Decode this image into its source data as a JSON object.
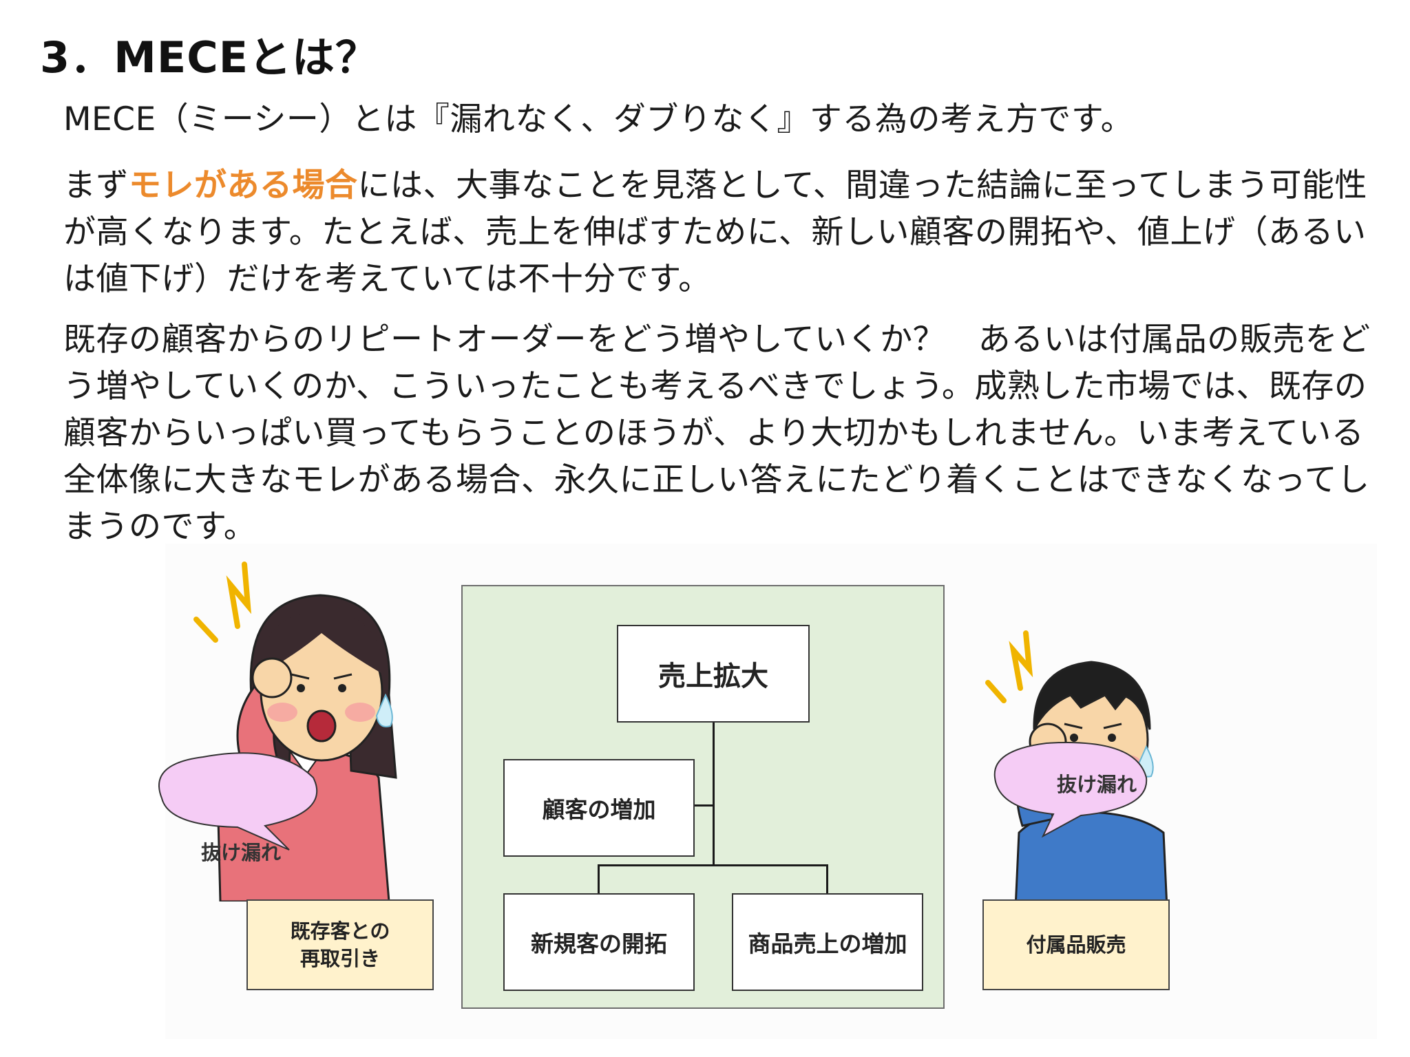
{
  "heading": "3．MECEとは？",
  "paragraph1": "MECE（ミーシー）とは『漏れなく、ダブりなく』する為の考え方です。",
  "paragraph2": {
    "before": "まず",
    "highlight": "モレがある場合",
    "after": "には、大事なことを見落として、間違った結論に至ってしまう可能性が高くなります。たとえば、売上を伸ばすために、新しい顧客の開拓や、値上げ（あるいは値下げ）だけを考えていては不十分です。"
  },
  "paragraph3": "既存の顧客からのリピートオーダーをどう増やしていくか？　あるいは付属品の販売をどう増やしていくのか、こういったことも考えるべきでしょう。成熟した市場では、既存の顧客からいっぱい買ってもらうことのほうが、より大切かもしれません。いま考えている全体像に大きなモレがある場合、永久に正しい答えにたどり着くことはできなくなってしまうのです。",
  "colors": {
    "highlight": "#ec8a2c",
    "panel": "#e2efda",
    "missing_box": "#fff2cc",
    "bubble": "#f5ccf5"
  },
  "diagram": {
    "root": "売上拡大",
    "child_customers": "顧客の増加",
    "child_new_customers": "新規客の開拓",
    "child_product_sales": "商品売上の増加"
  },
  "left_person": {
    "bubble": "抜け漏れ",
    "missing_line1": "既存客との",
    "missing_line2": "再取引き"
  },
  "right_person": {
    "bubble": "抜け漏れ",
    "missing": "付属品販売"
  },
  "icons": [
    "worried-woman-illustration",
    "worried-man-illustration",
    "shock-mark-icon",
    "sweat-drop-icon"
  ]
}
